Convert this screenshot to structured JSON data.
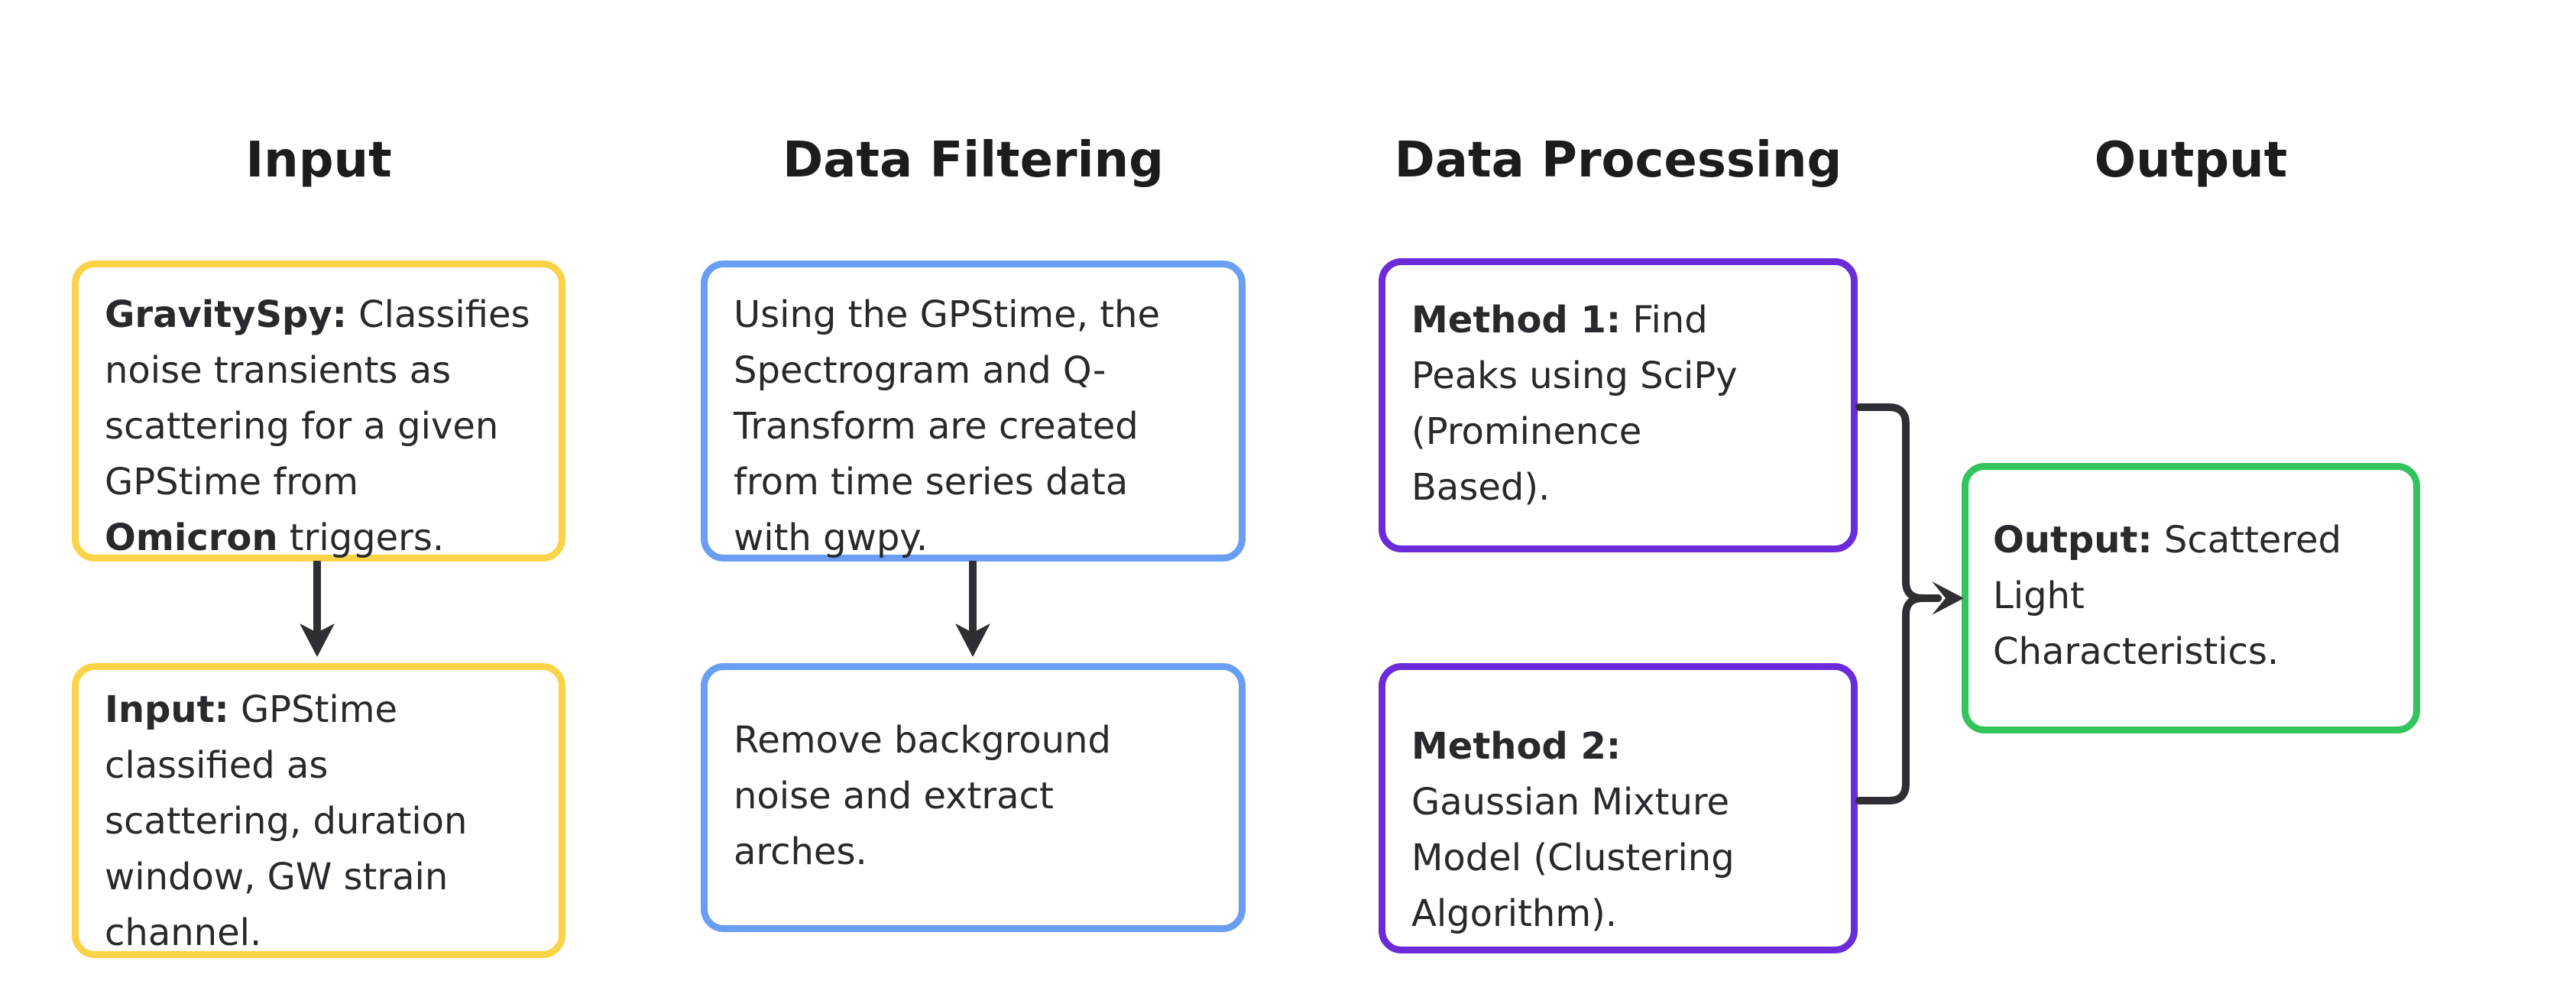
{
  "colors": {
    "yellow": "#FBD348",
    "blue": "#699EF2",
    "purple": "#6C2BD9",
    "green": "#33C45C",
    "connector": "#2E2E33",
    "heading_text": "#1C1C1E",
    "body_text": "#28282D",
    "background": "#FFFFFF"
  },
  "headers": {
    "input": "Input",
    "data_filtering": "Data Filtering",
    "data_processing": "Data Processing",
    "output": "Output"
  },
  "boxes": {
    "gravityspy": {
      "lines": [
        [
          {
            "t": "GravitySpy:",
            "b": true
          },
          {
            "t": " Classifies",
            "b": false
          }
        ],
        [
          {
            "t": "noise transients as",
            "b": false
          }
        ],
        [
          {
            "t": "scattering for a given",
            "b": false
          }
        ],
        [
          {
            "t": "GPStime from",
            "b": false
          }
        ],
        [
          {
            "t": "Omicron",
            "b": true
          },
          {
            "t": " triggers.",
            "b": false
          }
        ]
      ]
    },
    "input": {
      "lines": [
        [
          {
            "t": "Input:",
            "b": true
          },
          {
            "t": " GPStime",
            "b": false
          }
        ],
        [
          {
            "t": "classified as",
            "b": false
          }
        ],
        [
          {
            "t": "scattering, duration",
            "b": false
          }
        ],
        [
          {
            "t": "window, GW strain",
            "b": false
          }
        ],
        [
          {
            "t": "channel.",
            "b": false
          }
        ]
      ]
    },
    "filtering": {
      "lines": [
        [
          {
            "t": "Using the GPStime, the",
            "b": false
          }
        ],
        [
          {
            "t": "Spectrogram and Q-",
            "b": false
          }
        ],
        [
          {
            "t": "Transform are created",
            "b": false
          }
        ],
        [
          {
            "t": "from time series data",
            "b": false
          }
        ],
        [
          {
            "t": "with gwpy.",
            "b": false
          }
        ]
      ]
    },
    "cleaning": {
      "lines": [
        [
          {
            "t": "Remove background",
            "b": false
          }
        ],
        [
          {
            "t": "noise and extract",
            "b": false
          }
        ],
        [
          {
            "t": "arches.",
            "b": false
          }
        ]
      ]
    },
    "method1": {
      "lines": [
        [
          {
            "t": "Method 1:",
            "b": true
          },
          {
            "t": " Find",
            "b": false
          }
        ],
        [
          {
            "t": "Peaks using SciPy",
            "b": false
          }
        ],
        [
          {
            "t": "(Prominence",
            "b": false
          }
        ],
        [
          {
            "t": "Based).",
            "b": false
          }
        ]
      ]
    },
    "method2": {
      "lines": [
        [
          {
            "t": "Method 2:",
            "b": true
          }
        ],
        [
          {
            "t": "Gaussian Mixture",
            "b": false
          }
        ],
        [
          {
            "t": "Model (Clustering",
            "b": false
          }
        ],
        [
          {
            "t": "Algorithm).",
            "b": false
          }
        ]
      ]
    },
    "output": {
      "lines": [
        [
          {
            "t": "Output:",
            "b": true
          },
          {
            "t": " Scattered",
            "b": false
          }
        ],
        [
          {
            "t": "Light",
            "b": false
          }
        ],
        [
          {
            "t": "Characteristics.",
            "b": false
          }
        ]
      ]
    }
  }
}
